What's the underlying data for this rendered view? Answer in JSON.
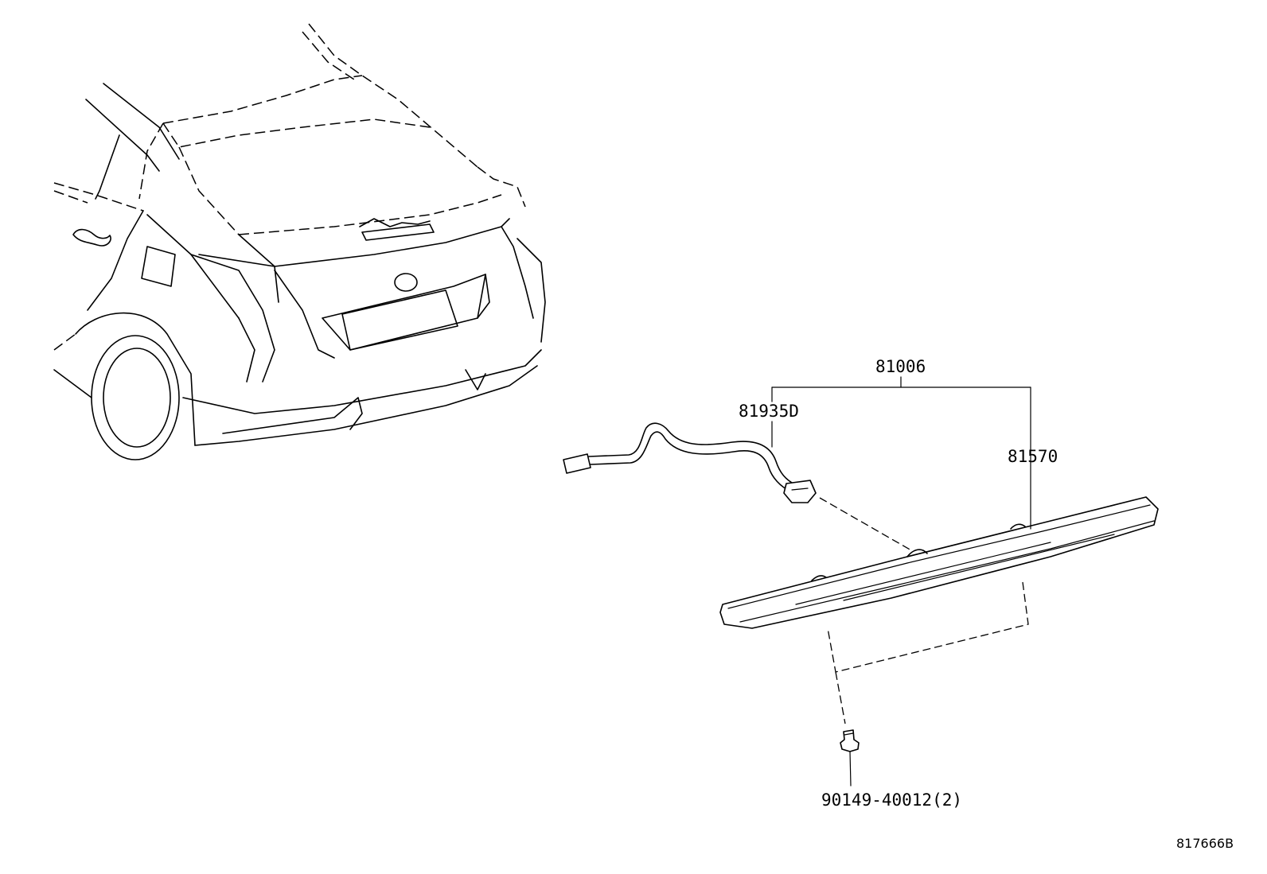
{
  "labels": {
    "assembly": "81006",
    "harness": "81935D",
    "lamp": "81570",
    "screw": "90149-40012(2)"
  },
  "figure_id": "817666B"
}
